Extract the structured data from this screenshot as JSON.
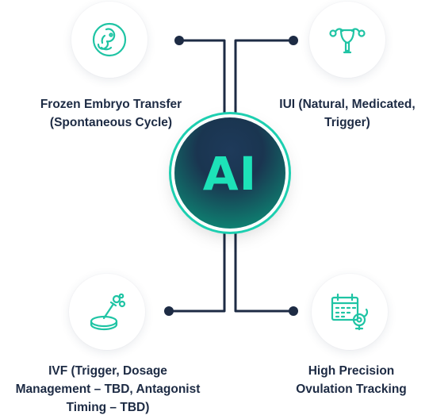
{
  "hub": {
    "label": "AI"
  },
  "nodes": [
    {
      "id": "frozen-embryo-transfer",
      "lines": [
        "Frozen Embryo Transfer",
        "(Spontaneous Cycle)"
      ],
      "icon": "embryo-icon"
    },
    {
      "id": "iui",
      "lines": [
        "IUI (Natural, Medicated,",
        "Trigger)"
      ],
      "icon": "uterus-icon"
    },
    {
      "id": "ivf",
      "lines": [
        "IVF (Trigger, Dosage",
        "Management – TBD, Antagonist",
        "Timing – TBD)"
      ],
      "icon": "petri-dish-pipette-icon"
    },
    {
      "id": "ovulation-tracking",
      "lines": [
        "High Precision",
        "Ovulation Tracking"
      ],
      "icon": "calendar-ovary-icon"
    }
  ],
  "colors": {
    "line": "#1d2b44",
    "icon_stroke": "#1fc4a4",
    "hub_text": "#1de2b8",
    "hub_dark": "#1a3550",
    "hub_teal": "#10a592"
  }
}
